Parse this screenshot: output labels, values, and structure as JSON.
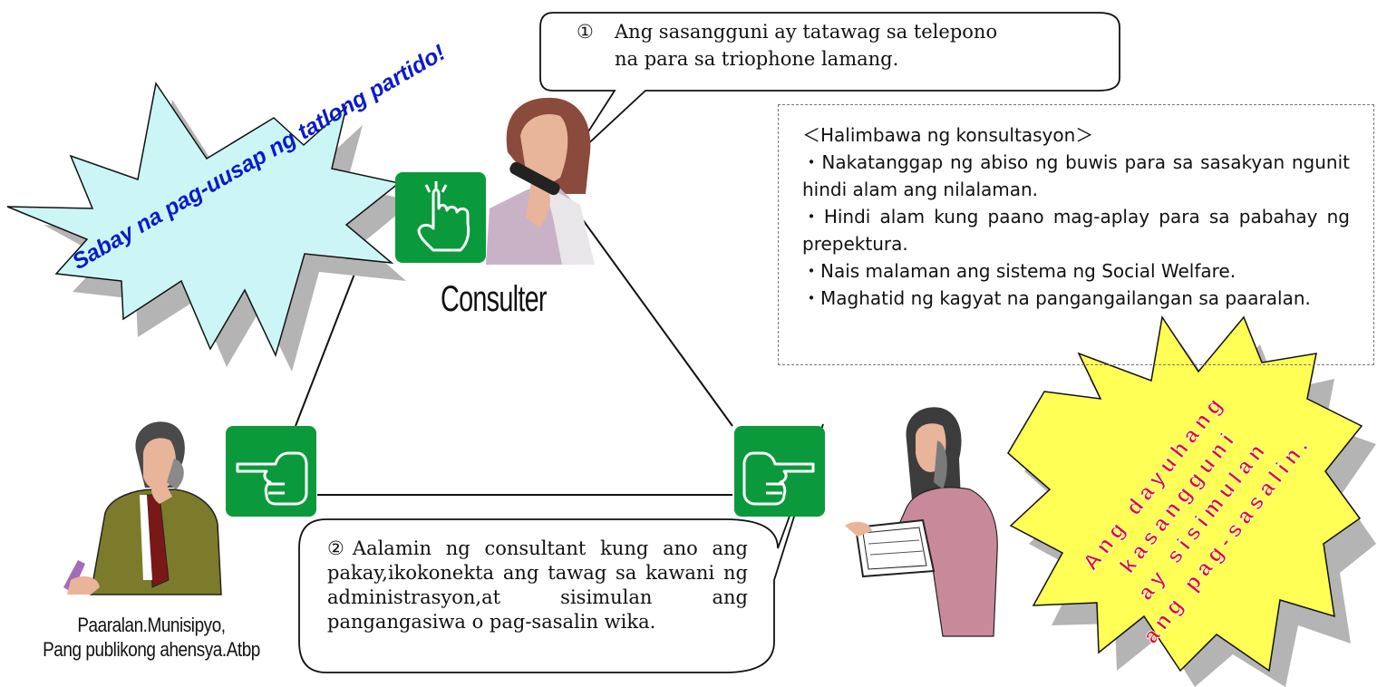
{
  "bubble_top": {
    "number": "①",
    "line1": "Ang sasangguni ay tatawag sa telepono",
    "line2": "na para sa triophone lamang."
  },
  "burst_left": {
    "text": "Sabay na pag-uusap ng tatlong partido!"
  },
  "examples": {
    "heading": "＜Halimbawa ng konsultasyon＞",
    "items": [
      "・Nakatanggap ng abiso ng buwis para sa sasakyan ngunit hindi alam ang nilalaman.",
      "・Hindi alam kung paano mag-aplay para sa pabahay ng prepektura.",
      "・Nais malaman ang sistema ng Social Welfare.",
      "・Maghatid ng kagyat na pangangailangan sa paaralan."
    ]
  },
  "labels": {
    "consulter": "Consulter",
    "school_line1": "Paaralan.Munisipyo,",
    "school_line2": "Pang publikong ahensya.Atbp"
  },
  "bubble_bottom": {
    "text": "②Aalamin ng consultant kung ano ang pakay,ikokonekta ang tawag sa kawani ng administrasyon,at sisimulan ang pangangasiwa o pag-sasalin wika."
  },
  "burst_right": {
    "lines": [
      "Ang dayuhang",
      "kasangguni",
      "ay sisimulan",
      "ang pag-sasalin."
    ]
  },
  "colors": {
    "green": "#0a9a3c",
    "burst_left_fill": "#ccf6f6",
    "burst_left_text": "#0a1acb",
    "burst_right_fill": "#ffff55",
    "burst_right_text": "#e0101a",
    "shadow": "#b4b4b4"
  },
  "icons": [
    "hand-tap-icon",
    "hand-point-left-icon",
    "hand-point-right-icon"
  ]
}
